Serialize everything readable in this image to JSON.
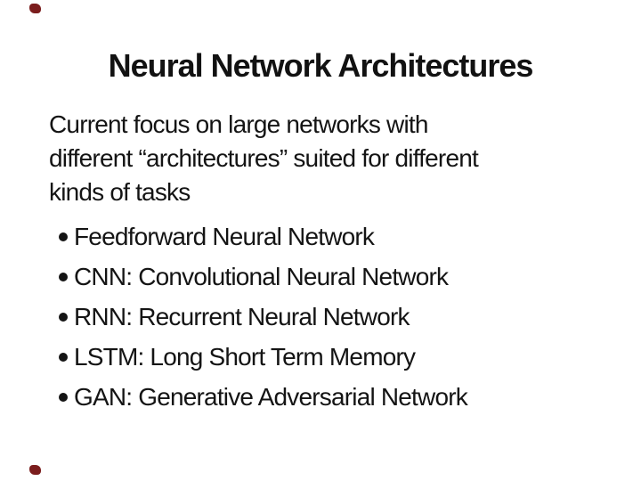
{
  "slide": {
    "title": "Neural Network Architectures",
    "intro_lines": [
      "Current focus on large networks with",
      "different “architectures” suited for different",
      "kinds of tasks"
    ],
    "bullets": [
      "Feedforward Neural Network",
      "CNN: Convolutional Neural Network",
      "RNN: Recurrent Neural Network",
      "LSTM: Long Short Term Memory",
      "GAN: Generative Adversarial Network"
    ],
    "colors": {
      "background": "#ffffff",
      "text": "#141414",
      "corner_mark": "#7b1d1d"
    }
  }
}
